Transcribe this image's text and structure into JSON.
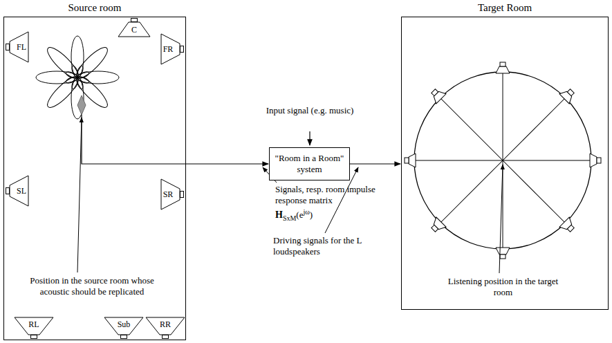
{
  "diagram": {
    "nodes": [
      {
        "text": [
          "Source room"
        ]
      },
      {
        "text": [
          "C"
        ],
        "in": 0
      },
      {
        "text": [
          "FL"
        ],
        "in": 0
      },
      {
        "text": [
          "FR"
        ],
        "in": 0
      },
      {
        "text": [
          "SL"
        ],
        "in": 0
      },
      {
        "text": [
          "SR"
        ],
        "in": 0
      },
      {
        "text": [
          "RL"
        ],
        "in": 0
      },
      {
        "text": [
          "Sub"
        ],
        "in": 0
      },
      {
        "text": [
          "RR"
        ],
        "in": 0
      },
      {
        "text": [
          "\"Room in a Room\" system"
        ]
      },
      {
        "text": [
          "Target Room"
        ]
      }
    ],
    "edges": [
      {
        "from": 0,
        "to": 9,
        "arrow": "to"
      },
      {
        "from": 9,
        "to": 10,
        "arrow": "to"
      }
    ],
    "labels": [
      "Input signal (e.g. music)",
      "Signals, resp. room impulse response matrix",
      "H",
      "SxM",
      "(e",
      "jω",
      ")",
      "Driving signals for the L loudspeakers",
      "Position in the source room whose acoustic should be replicated",
      "Listening position in the target room"
    ]
  }
}
